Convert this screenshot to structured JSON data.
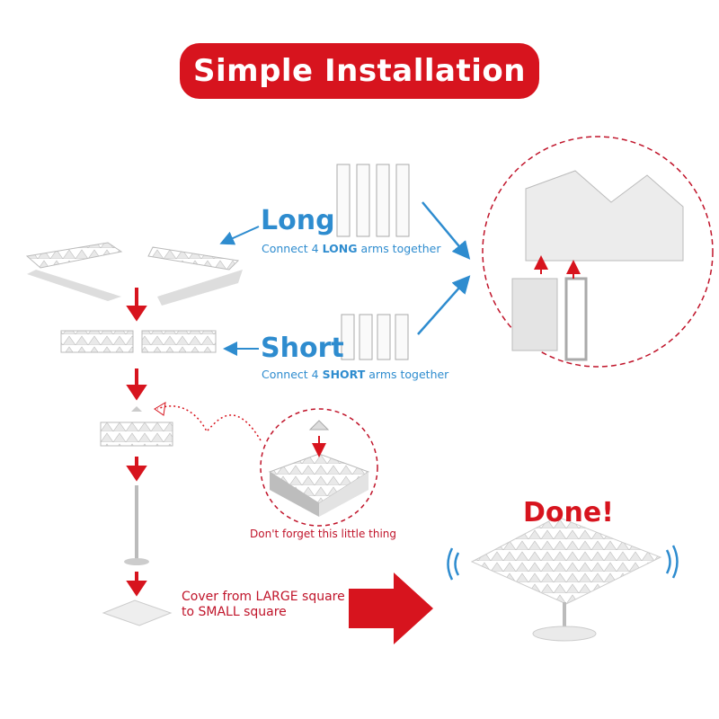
{
  "title": "Simple Installation",
  "steps": {
    "long": {
      "label": "Long",
      "caption_pre": "Connect 4 ",
      "caption_bold": "LONG",
      "caption_post": " arms together"
    },
    "short": {
      "label": "Short",
      "caption_pre": "Connect 4 ",
      "caption_bold": "SHORT",
      "caption_post": " arms together"
    },
    "reminder": "Don't forget this little thing",
    "cover_line1": "Cover from LARGE square",
    "cover_line2": "to SMALL square",
    "done": "Done!"
  },
  "colors": {
    "red": "#d7141e",
    "blue": "#2e8ccf"
  }
}
